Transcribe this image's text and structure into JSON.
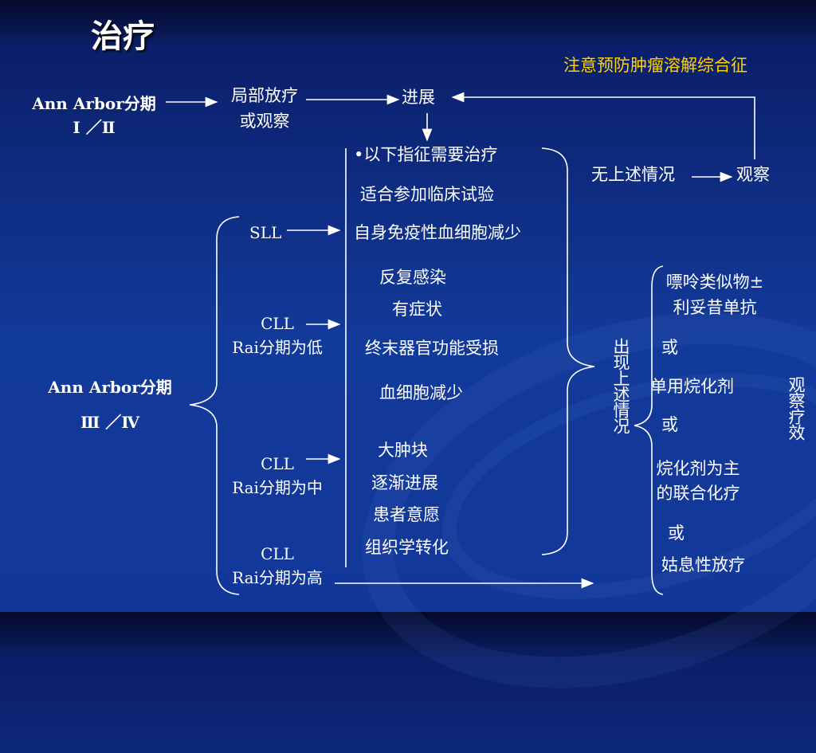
{
  "title": "治疗",
  "note": "注意预防肿瘤溶解综合征",
  "stage_early": {
    "name": "Ann Arbor分期",
    "stages": "Ⅰ ／Ⅱ"
  },
  "local_rt": {
    "line1": "局部放疗",
    "line2": "或观察"
  },
  "progress": "进展",
  "indications_header": "•以下指征需要治疗",
  "no_above": "无上述情况",
  "observe": "观察",
  "stage_late": {
    "name": "Ann Arbor分期",
    "stages": "Ⅲ ／Ⅳ"
  },
  "sll": "SLL",
  "cll_low": {
    "line1": "CLL",
    "line2": "Rai分期为低"
  },
  "cll_mid": {
    "line1": "CLL",
    "line2": "Rai分期为中"
  },
  "cll_high": {
    "line1": "CLL",
    "line2": "Rai分期为高"
  },
  "indications": [
    "适合参加临床试验",
    "自身免疫性血细胞减少",
    "反复感染",
    "有症状",
    "终末器官功能受损",
    "血细胞减少",
    "大肿块",
    "逐渐进展",
    "患者意愿",
    "组织学转化"
  ],
  "appear_above": "出现上述情况",
  "options": {
    "purine_line1": "嘌呤类似物±",
    "purine_line2": "利妥昔单抗",
    "or1": "或",
    "alkyl_single": "单用烷化剂",
    "or2": "或",
    "combo_line1": "烷化剂为主",
    "combo_line2": "的联合化疗",
    "or3": "或",
    "palliative_rt": "姑息性放疗"
  },
  "assess": "观察疗效",
  "colors": {
    "note": "#ffd200",
    "text": "#ffffff",
    "background": "#12379a"
  }
}
